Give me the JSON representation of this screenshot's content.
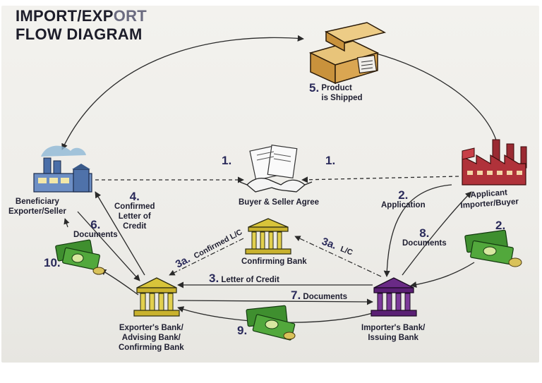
{
  "title": {
    "line1_a": "IMPORT/EXP",
    "line1_b": "ORT",
    "line2": "FLOW DIAGRAM"
  },
  "nodes": {
    "beneficiary": "Beneficiary\nExporter/Seller",
    "applicant": "Applicant\nImporter/Buyer",
    "agree": "Buyer & Seller Agree",
    "confirming": "Confirming Bank",
    "exporters_bank": "Exporter's Bank/\nAdvising Bank/\nConfirming Bank",
    "importers_bank": "Importer's Bank/\nIssuing Bank"
  },
  "steps": {
    "s1_left": "1.",
    "s1_right": "1.",
    "s2_app_num": "2.",
    "s2_app_text": "Application",
    "s2_right": "2.",
    "s3_num": "3.",
    "s3_text": "Letter of Credit",
    "s3a_left_num": "3a.",
    "s3a_left_text": "Confirmed L/C",
    "s3a_right_num": "3a.",
    "s3a_right_text": "L/C",
    "s4_num": "4.",
    "s4_text": "Confirmed\nLetter of\nCredit",
    "s5_num": "5.",
    "s5_text": "Product\nis Shipped",
    "s6_num": "6.",
    "s6_text": "Documents",
    "s7_num": "7.",
    "s7_text": "Documents",
    "s8_num": "8.",
    "s8_text": "Documents",
    "s9": "9.",
    "s10": "10."
  },
  "colors": {
    "bank_gold": "#d8c43a",
    "bank_purple": "#6a2a86",
    "money_green": "#3f8f2f",
    "factory_red": "#b0323a",
    "arrow": "#2a2a2a"
  }
}
